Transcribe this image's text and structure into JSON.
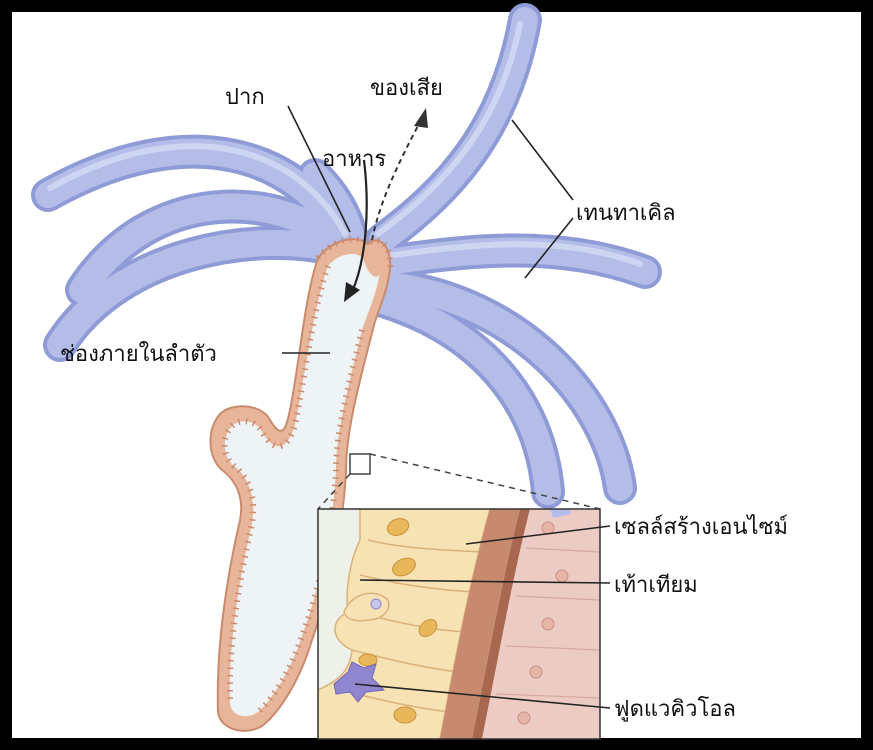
{
  "labels": {
    "mouth": "ปาก",
    "waste": "ของเสีย",
    "food": "อาหาร",
    "tentacle": "เทนทาเคิล",
    "gastrovascular_cavity": "ช่องภายในลำตัว",
    "enzyme_cell": "เซลล์สร้างเอนไซม์",
    "pseudopod": "เท้าเทียม",
    "food_vacuole": "ฟูดแวคิวโอล"
  },
  "colors": {
    "background": "#000000",
    "panel": "#ffffff",
    "tentacle": "#b3bde8",
    "tentacle_edge": "#8f9bd6",
    "cavity": "#eef3f6",
    "body_wall": "#e7b59a",
    "cell": "#f7e2b4",
    "nucleus": "#e7b75a",
    "outer_cell": "#eccbc4",
    "vacuole": "#8f86cf"
  }
}
